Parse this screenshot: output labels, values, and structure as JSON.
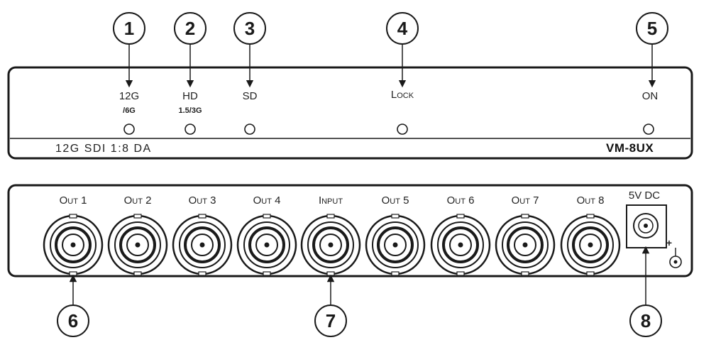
{
  "front_panel": {
    "model_description": "12G SDI 1:8 DA",
    "model_name": "VM-8UX",
    "leds": [
      {
        "label": "12G",
        "sublabel": "/6G"
      },
      {
        "label": "HD",
        "sublabel": "1.5/3G"
      },
      {
        "label": "SD",
        "sublabel": ""
      },
      {
        "label": "Lock",
        "sublabel": ""
      },
      {
        "label": "ON",
        "sublabel": ""
      }
    ]
  },
  "rear_panel": {
    "connectors": [
      "Out 1",
      "Out 2",
      "Out 3",
      "Out 4",
      "Input",
      "Out 5",
      "Out 6",
      "Out 7",
      "Out 8"
    ],
    "power_label": "5V DC",
    "polarity_symbol": "+"
  },
  "callouts": [
    "1",
    "2",
    "3",
    "4",
    "5",
    "6",
    "7",
    "8"
  ]
}
